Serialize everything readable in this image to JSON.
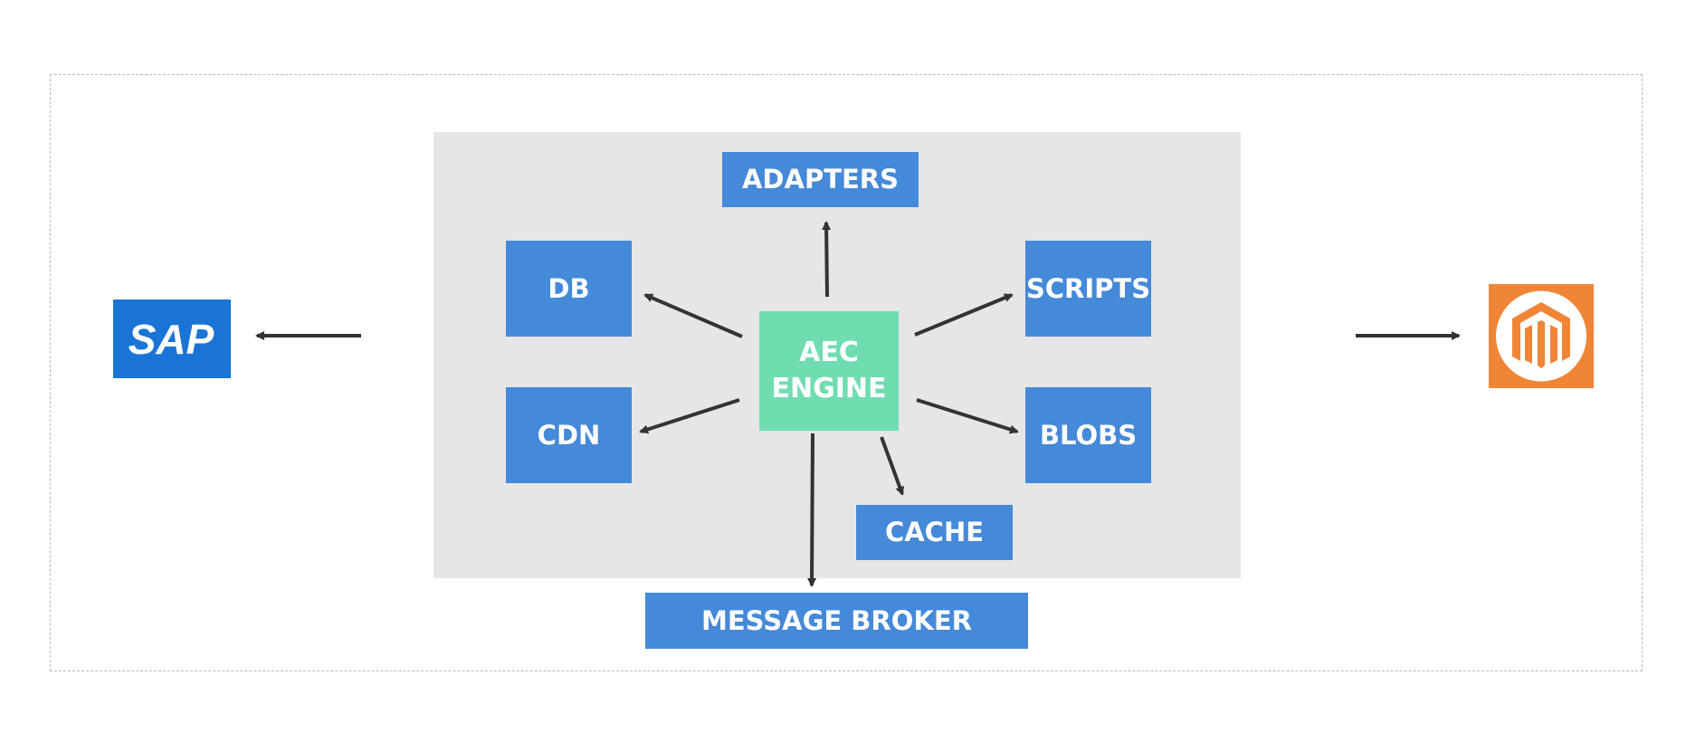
{
  "diagram": {
    "engine": {
      "line1": "AEC",
      "line2": "ENGINE"
    },
    "nodes": {
      "adapters": "ADAPTERS",
      "db": "DB",
      "cdn": "CDN",
      "scripts": "SCRIPTS",
      "blobs": "BLOBS",
      "cache": "CACHE",
      "message_broker": "MESSAGE BROKER"
    },
    "logos": {
      "left": {
        "name": "sap-logo",
        "text": "SAP",
        "color": "#1a74d6"
      },
      "right": {
        "name": "magento-logo",
        "color": "#f08536"
      }
    },
    "colors": {
      "node": "#4589d9",
      "engine": "#6fddb0",
      "panel": "#e6e6e6",
      "arrow": "#333333"
    }
  }
}
